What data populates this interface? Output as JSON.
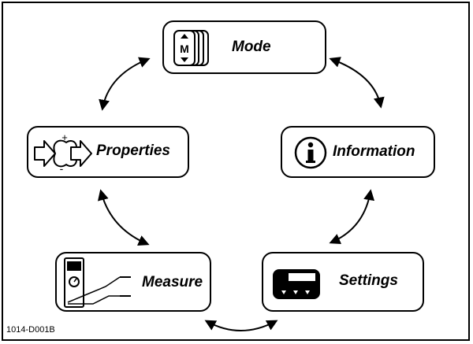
{
  "diagram": {
    "nodes": [
      {
        "id": "mode",
        "label": "Mode",
        "icon": "mode-stack-icon"
      },
      {
        "id": "properties",
        "label": "Properties",
        "icon": "plus-minus-arrows-icon"
      },
      {
        "id": "information",
        "label": "Information",
        "icon": "info-icon"
      },
      {
        "id": "measure",
        "label": "Measure",
        "icon": "meter-probe-icon"
      },
      {
        "id": "settings",
        "label": "Settings",
        "icon": "control-panel-icon"
      }
    ],
    "icon_text": {
      "mode_key": "M"
    },
    "caption": "1014-D001B"
  }
}
